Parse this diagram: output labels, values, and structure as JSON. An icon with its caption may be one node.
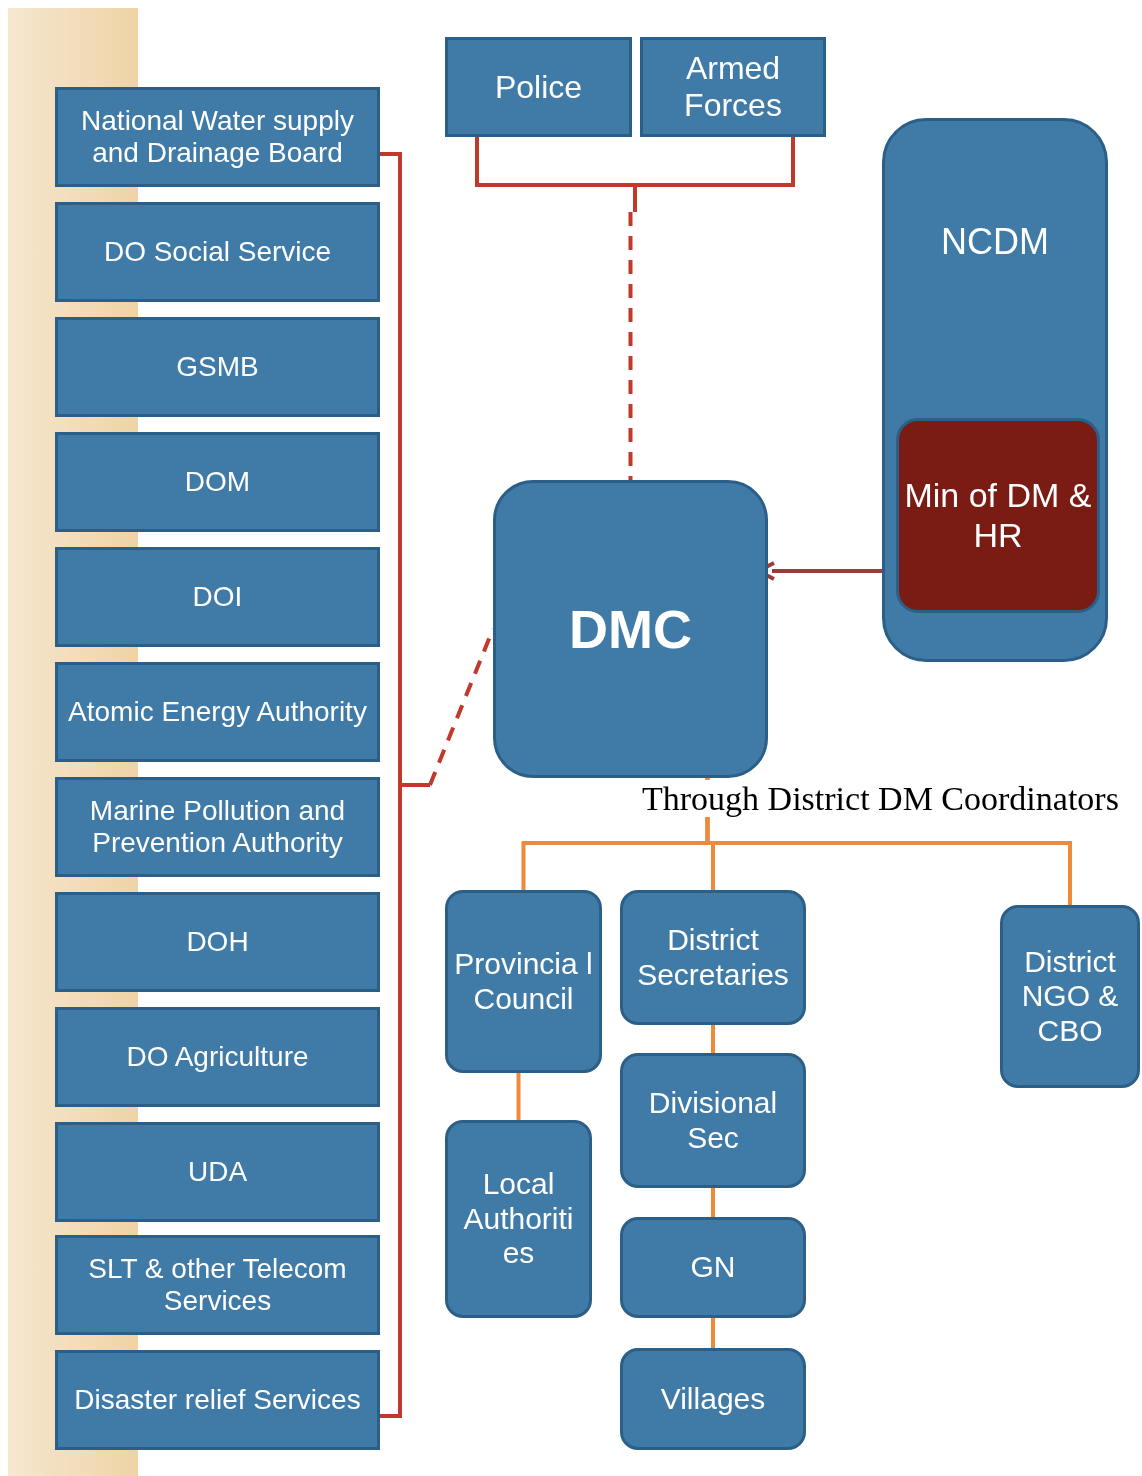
{
  "diagram": {
    "nodes": [
      {
        "text": [
          "National Water supply and Drainage Board"
        ]
      },
      {
        "text": [
          "DO Social Service"
        ]
      },
      {
        "text": [
          "GSMB"
        ]
      },
      {
        "text": [
          "DOM"
        ]
      },
      {
        "text": [
          "DOI"
        ]
      },
      {
        "text": [
          "Atomic Energy Authority"
        ]
      },
      {
        "text": [
          "Marine Pollution and Prevention Authority"
        ]
      },
      {
        "text": [
          "DOH"
        ]
      },
      {
        "text": [
          "DO Agriculture"
        ]
      },
      {
        "text": [
          "UDA"
        ]
      },
      {
        "text": [
          "SLT & other Telecom Services"
        ]
      },
      {
        "text": [
          "Disaster relief Services"
        ]
      },
      {
        "text": [
          "Police"
        ]
      },
      {
        "text": [
          "Armed Forces"
        ]
      },
      {
        "text": [
          "NCDM"
        ]
      },
      {
        "text": [
          "Min of DM & HR"
        ],
        "in": 14
      },
      {
        "text": [
          "DMC"
        ]
      },
      {
        "text": [
          "Provincia l Council"
        ]
      },
      {
        "text": [
          "District Secretaries"
        ]
      },
      {
        "text": [
          "District NGO & CBO"
        ]
      },
      {
        "text": [
          "Local Authoriti es"
        ]
      },
      {
        "text": [
          "Divisional Sec"
        ]
      },
      {
        "text": [
          "GN"
        ]
      },
      {
        "text": [
          "Villages"
        ]
      },
      {
        "text": [],
        "shape": "bracket"
      },
      {
        "text": [],
        "shape": "bracket"
      }
    ],
    "edges": [
      {
        "from": 24,
        "to": 16,
        "arrow": "none",
        "style": "dashed",
        "color": "#c0392b"
      },
      {
        "from": 25,
        "to": 16,
        "arrow": "none",
        "style": "dashed",
        "color": "#c0392b"
      },
      {
        "from": 14,
        "to": 16,
        "arrow": "to",
        "color": "#9e3a3a"
      },
      {
        "from": 16,
        "to": 17,
        "arrow": "none",
        "color": "#ee8a3a"
      },
      {
        "from": 16,
        "to": 18,
        "arrow": "none",
        "color": "#ee8a3a"
      },
      {
        "from": 16,
        "to": 19,
        "arrow": "none",
        "color": "#ee8a3a"
      },
      {
        "from": 17,
        "to": 20,
        "arrow": "none",
        "color": "#ee8a3a"
      },
      {
        "from": 18,
        "to": 21,
        "arrow": "none",
        "color": "#ee8a3a"
      },
      {
        "from": 21,
        "to": 22,
        "arrow": "none",
        "color": "#ee8a3a"
      },
      {
        "from": 22,
        "to": 23,
        "arrow": "none",
        "color": "#ee8a3a"
      }
    ],
    "labels": [
      "Through District DM Coordinators"
    ]
  }
}
